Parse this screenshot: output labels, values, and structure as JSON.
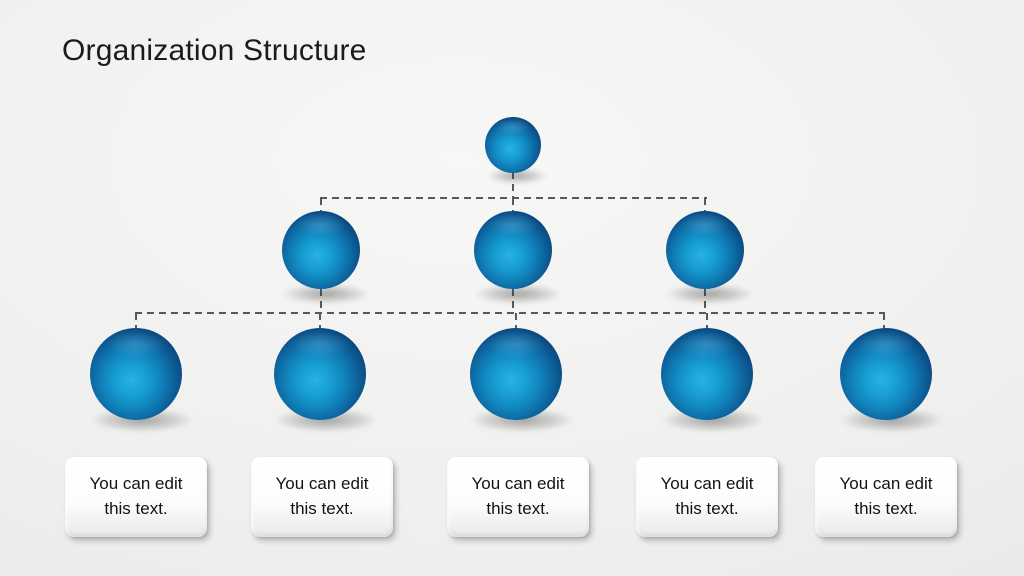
{
  "slide": {
    "title": "Organization Structure"
  },
  "org_chart": {
    "connector": {
      "style": "dashed",
      "color": "#585858"
    },
    "sphere_colors": {
      "highlight": "#2ab1e2",
      "mid": "#1186be",
      "edge": "#092c55"
    },
    "levels": [
      {
        "label": "level-1",
        "node_count": 1
      },
      {
        "label": "level-2",
        "node_count": 3
      },
      {
        "label": "level-3",
        "node_count": 5
      }
    ]
  },
  "text_boxes": [
    {
      "label": "You can edit this text."
    },
    {
      "label": "You can edit this text."
    },
    {
      "label": "You can edit this text."
    },
    {
      "label": "You can edit this text."
    },
    {
      "label": "You can edit this text."
    }
  ]
}
